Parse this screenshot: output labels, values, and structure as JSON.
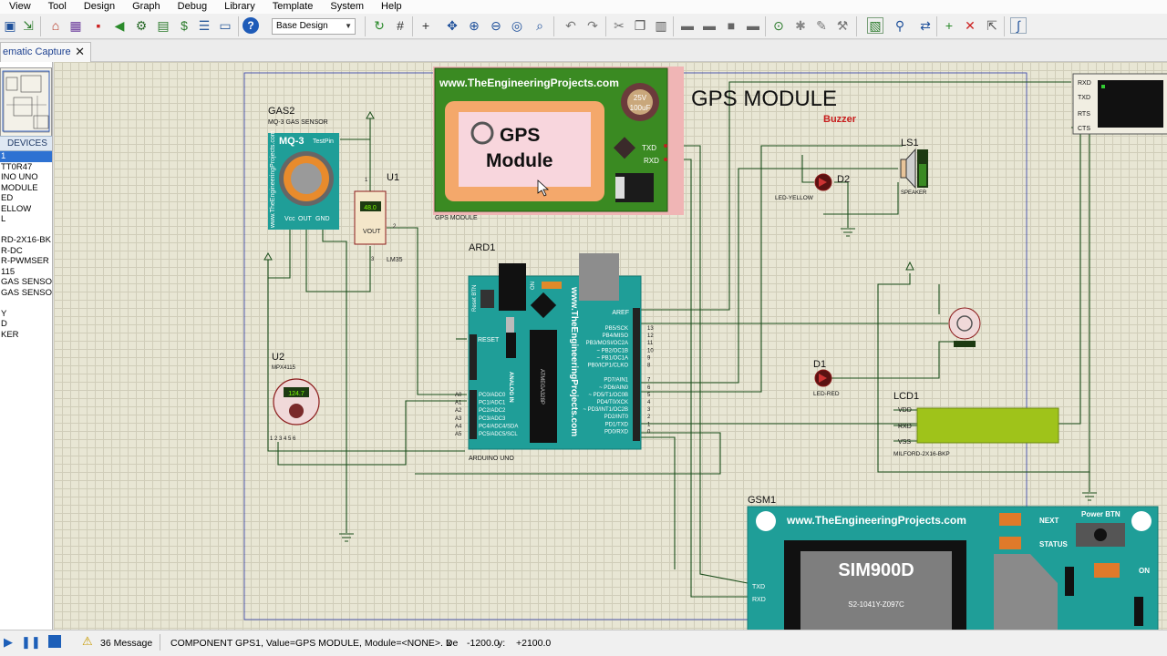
{
  "menu": [
    "View",
    "Tool",
    "Design",
    "Graph",
    "Debug",
    "Library",
    "Template",
    "System",
    "Help"
  ],
  "toolbar": {
    "design_select": "Base Design"
  },
  "tab": {
    "label": "ematic Capture"
  },
  "panel": {
    "devices_header": "DEVICES",
    "devices": [
      "1",
      "TT0R47",
      "INO UNO",
      "MODULE",
      "ED",
      "ELLOW",
      "L",
      "",
      "RD-2X16-BK",
      "R-DC",
      "R-PWMSER",
      "115",
      "GAS SENSO",
      "GAS SENSO",
      "",
      "Y",
      "D",
      "KER"
    ]
  },
  "schematic": {
    "gps": {
      "url": "www.TheEngineeringProjects.com",
      "line1": "GPS",
      "line2": "Module",
      "cap_v": "25V",
      "cap_c": "100uF",
      "pin_txd": "TXD",
      "pin_rxd": "RXD",
      "footer": "GPS MODULE",
      "title": "GPS MODULE"
    },
    "buzzer_label": "Buzzer",
    "gas2": {
      "ref": "GAS2",
      "name": "MQ-3 GAS SENSOR",
      "chip": "MQ-3",
      "testpin": "TestPin",
      "brand": "www.TheEngineeringProjects.com",
      "vcc": "Vcc",
      "out": "OUT",
      "gnd": "GND"
    },
    "u1": {
      "ref": "U1",
      "value": "48.0",
      "vout": "VOUT",
      "type": "LM35",
      "p1": "1",
      "p2": "2",
      "p3": "3"
    },
    "u2": {
      "ref": "U2",
      "type": "MPX4115",
      "value": "124.7",
      "pins": "1 2 3 4 5 6"
    },
    "ard1": {
      "ref": "ARD1",
      "name": "ARDUINO UNO",
      "brand": "www.TheEngineeringProjects.com",
      "reset_btn": "Reset BTN",
      "on": "ON",
      "reset": "RESET",
      "analog_in": "ANALOG IN",
      "aref": "AREF",
      "chip": "ATMEGA328P",
      "right_labels": [
        "PB5/SCK",
        "PB4/MISO",
        "PB3/MOSI/OC2A",
        "~ PB2/OC1B",
        "~ PB1/OC1A",
        "PB0/ICP1/CLKO",
        "",
        "PD7/AIN1",
        "~ PD6/AIN0",
        "~ PD5/T1/OC0B",
        "PD4/T0/XCK",
        "~ PD3/INT1/OC2B",
        "PD2/INT0",
        "PD1/TXD",
        "PD0/RXD"
      ],
      "right_nums": [
        "13",
        "12",
        "11",
        "10",
        "9",
        "8",
        "",
        "7",
        "6",
        "5",
        "4",
        "3",
        "2",
        "1",
        "0"
      ],
      "left_labels": [
        "PC0/ADC0",
        "PC1/ADC1",
        "PC2/ADC2",
        "PC3/ADC3",
        "PC4/ADC4/SDA",
        "PC5/ADC5/SCL"
      ],
      "left_nums": [
        "A0",
        "A1",
        "A2",
        "A3",
        "A4",
        "A5"
      ]
    },
    "d2": {
      "ref": "D2",
      "type": "LED-YELLOW"
    },
    "d1": {
      "ref": "D1",
      "type": "LED-RED"
    },
    "ls1": {
      "ref": "LS1",
      "type": "SPEAKER"
    },
    "lcd1": {
      "ref": "LCD1",
      "type": "MILFORD-2X16-BKP",
      "vdd": "VDD",
      "rxd": "RXD",
      "vss": "VSS"
    },
    "term": {
      "rxd": "RXD",
      "txd": "TXD",
      "rts": "RTS",
      "cts": "CTS"
    },
    "gsm1": {
      "ref": "GSM1",
      "url": "www.TheEngineeringProjects.com",
      "next": "NEXT",
      "status": "STATUS",
      "power": "Power BTN",
      "on": "ON",
      "chip": "SIM900D",
      "code": "S2-1041Y-Z097C",
      "txd": "TXD",
      "rxd": "RXD"
    }
  },
  "status": {
    "messages": "36 Message",
    "text": "COMPONENT GPS1, Value=GPS MODULE, Module=<NONE>. De",
    "x_label": "x",
    "x_value": "-1200.0",
    "y_label": "y:",
    "y_value": "+2100.0"
  },
  "colors": {
    "canvas": "#e8e6d4",
    "grid": "#d0cdb9",
    "wire": "#1a4d1a",
    "pcb_green": "#3a8a22",
    "teal": "#1f9e98",
    "lcd": "#9fc31a",
    "dark_red": "#8b1a1a"
  }
}
